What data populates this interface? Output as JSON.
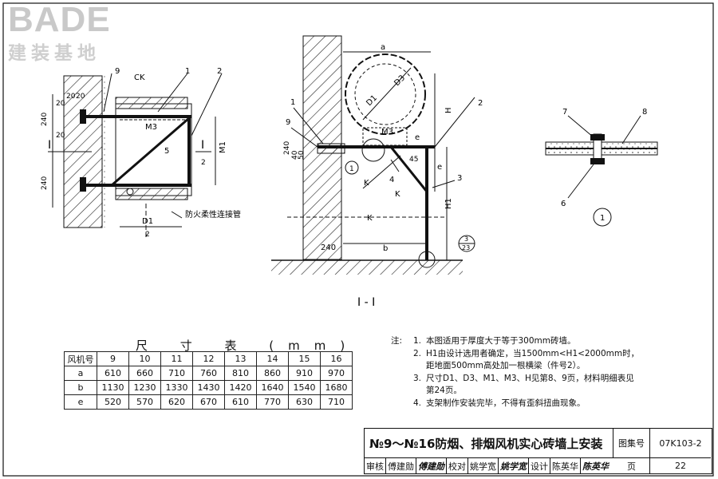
{
  "logo": {
    "brand": "BADE",
    "subtitle": "建装基地"
  },
  "drawing": {
    "elevation_labels": {
      "d1": "D1",
      "m1": "M1",
      "m3": "M3",
      "section_mark": "I",
      "dim_20a": "20",
      "dim_20b": "20",
      "dim_20c": "20",
      "dim_20d": "20",
      "dim_240a": "240",
      "dim_240b": "240",
      "callout_1": "1",
      "callout_2": "2",
      "callout_5": "5",
      "callout_9": "9",
      "callout_2b": "2",
      "callout_2c": "2",
      "weld_ck": "CK",
      "fire_pipe": "防火柔性连接管"
    },
    "section_labels": {
      "a": "a",
      "d3": "D3",
      "d1": "D1",
      "m3": "M3",
      "e1": "e",
      "e2": "e",
      "h": "H",
      "h1": "H1",
      "b": "b",
      "dim_240": "240",
      "dim_40": "40",
      "dim_50": "50",
      "dim_240v": "240",
      "angle": "45",
      "callout_1": "1",
      "callout_2": "2",
      "callout_3": "3",
      "callout_4": "4",
      "callout_9": "9",
      "ref_num": "3",
      "ref_den": "23",
      "k1": "K",
      "k2": "K",
      "k3": "K",
      "circle_ref": "1",
      "section_title": "I - I"
    },
    "detail_labels": {
      "callout_6": "6",
      "callout_7": "7",
      "callout_8": "8",
      "circle_ref": "1"
    }
  },
  "dimension_table": {
    "title": "尺 寸 表 (mm)",
    "header_label": "风机号",
    "columns": [
      "9",
      "10",
      "11",
      "12",
      "13",
      "14",
      "15",
      "16"
    ],
    "rows": [
      {
        "label": "a",
        "values": [
          "610",
          "660",
          "710",
          "760",
          "810",
          "860",
          "910",
          "970"
        ]
      },
      {
        "label": "b",
        "values": [
          "1130",
          "1230",
          "1330",
          "1430",
          "1420",
          "1640",
          "1540",
          "1680"
        ]
      },
      {
        "label": "e",
        "values": [
          "520",
          "570",
          "620",
          "670",
          "610",
          "770",
          "630",
          "710"
        ]
      }
    ]
  },
  "notes": {
    "label": "注:",
    "items": [
      {
        "num": "1.",
        "lines": [
          "本图适用于厚度大于等于300mm砖墙。"
        ]
      },
      {
        "num": "2.",
        "lines": [
          "H1由设计选用者确定，当1500mm<H1<2000mm时，",
          "距地面500mm高处加一根横梁（件号2）。"
        ]
      },
      {
        "num": "3.",
        "lines": [
          "尺寸D1、D3、M1、M3、H见第8、9页，材料明细表见",
          "第24页。"
        ]
      },
      {
        "num": "4.",
        "lines": [
          "支架制作安装完毕，不得有歪斜扭曲现象。"
        ]
      }
    ]
  },
  "title_block": {
    "title": "№9～№16防烟、排烟风机实心砖墙上安装",
    "atlas_label": "图集号",
    "atlas_number": "07K103-2",
    "page_label": "页",
    "page_number": "22",
    "review_label": "审核",
    "reviewer": "傅建勋",
    "reviewer_sig": "傅建勋",
    "check_label": "校对",
    "checker": "姚学宽",
    "checker_sig": "姚学宽",
    "design_label": "设计",
    "designer": "陈英华",
    "designer_sig": "陈英华"
  }
}
